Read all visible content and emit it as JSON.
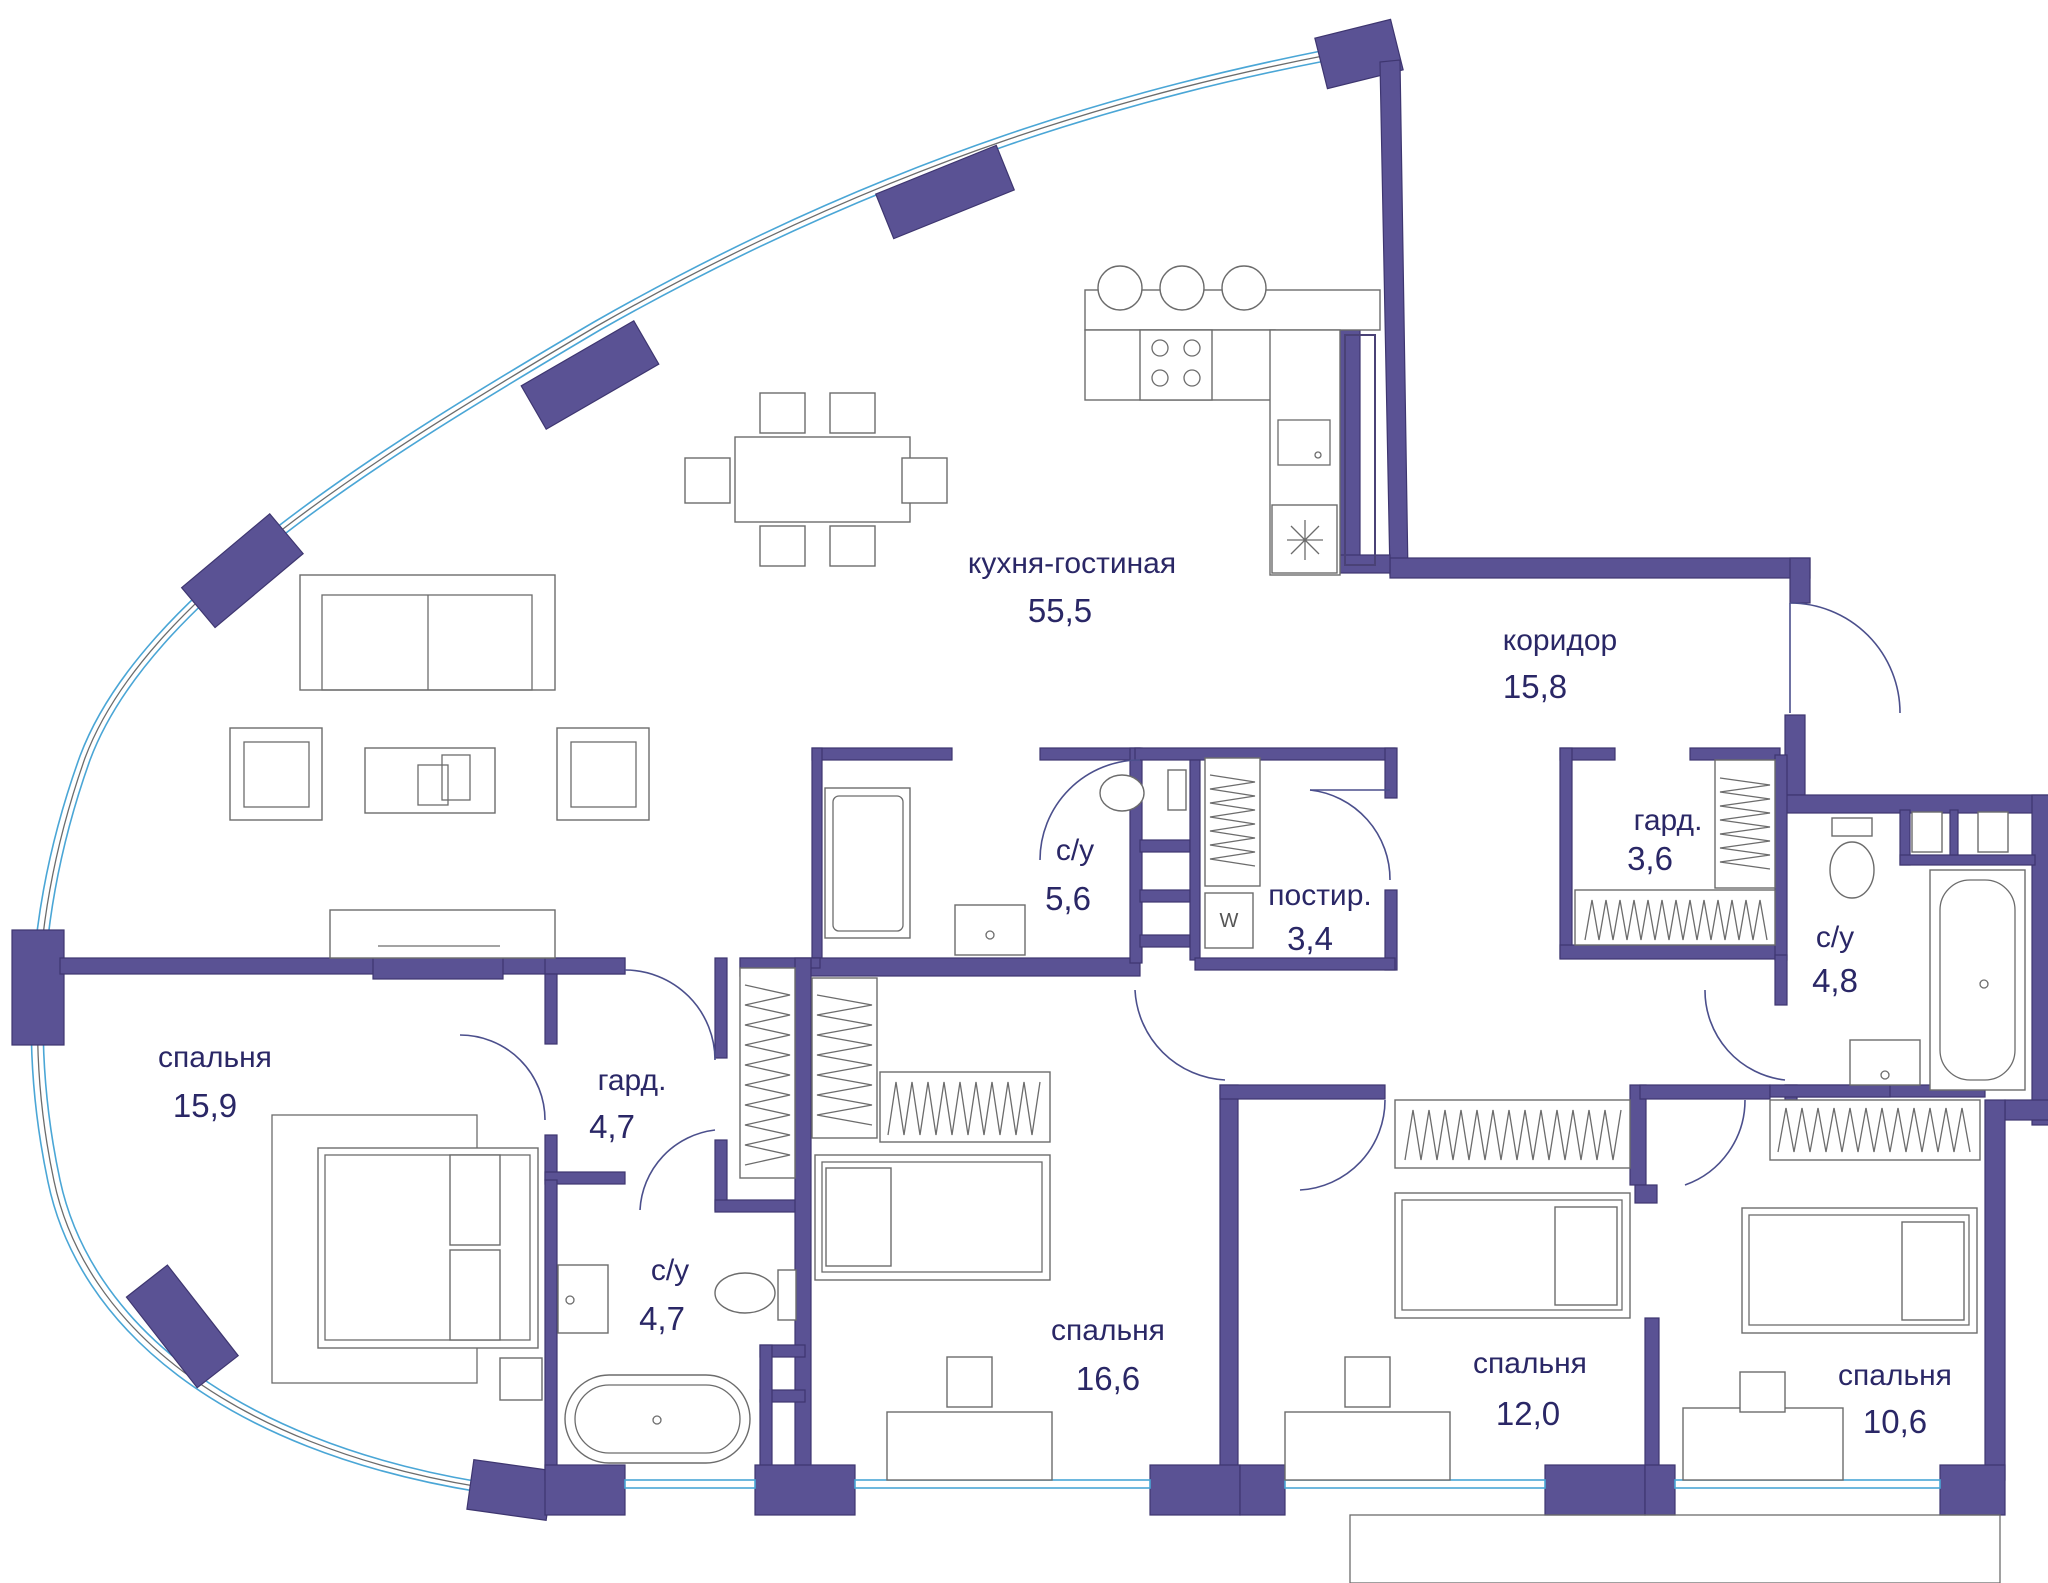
{
  "rooms": [
    {
      "id": "kitchen-living",
      "label": "кухня-гостиная",
      "area": "55,5"
    },
    {
      "id": "corridor",
      "label": "коридор",
      "area": "15,8"
    },
    {
      "id": "bath-center",
      "label": "с/у",
      "area": "5,6"
    },
    {
      "id": "laundry",
      "label": "постир.",
      "area": "3,4"
    },
    {
      "id": "wardrobe-right",
      "label": "гард.",
      "area": "3,6"
    },
    {
      "id": "bath-right",
      "label": "с/у",
      "area": "4,8"
    },
    {
      "id": "bedroom-left",
      "label": "спальня",
      "area": "15,9"
    },
    {
      "id": "wardrobe-left",
      "label": "гард.",
      "area": "4,7"
    },
    {
      "id": "bath-left",
      "label": "с/у",
      "area": "4,7"
    },
    {
      "id": "bedroom-center",
      "label": "спальня",
      "area": "16,6"
    },
    {
      "id": "bedroom-mid-right",
      "label": "спальня",
      "area": "12,0"
    },
    {
      "id": "bedroom-right",
      "label": "спальня",
      "area": "10,6"
    }
  ],
  "washer_mark": "W",
  "colors": {
    "wall": "#5a5294",
    "window": "#4aa6d6",
    "text": "#2a2766"
  },
  "icons": [
    "stove-icon",
    "sink-icon",
    "fridge-snowflake-icon",
    "toilet-icon",
    "bathtub-icon",
    "bed-icon",
    "sofa-icon",
    "armchair-icon",
    "dining-table-icon",
    "desk-icon",
    "wardrobe-icon",
    "washer-icon"
  ]
}
